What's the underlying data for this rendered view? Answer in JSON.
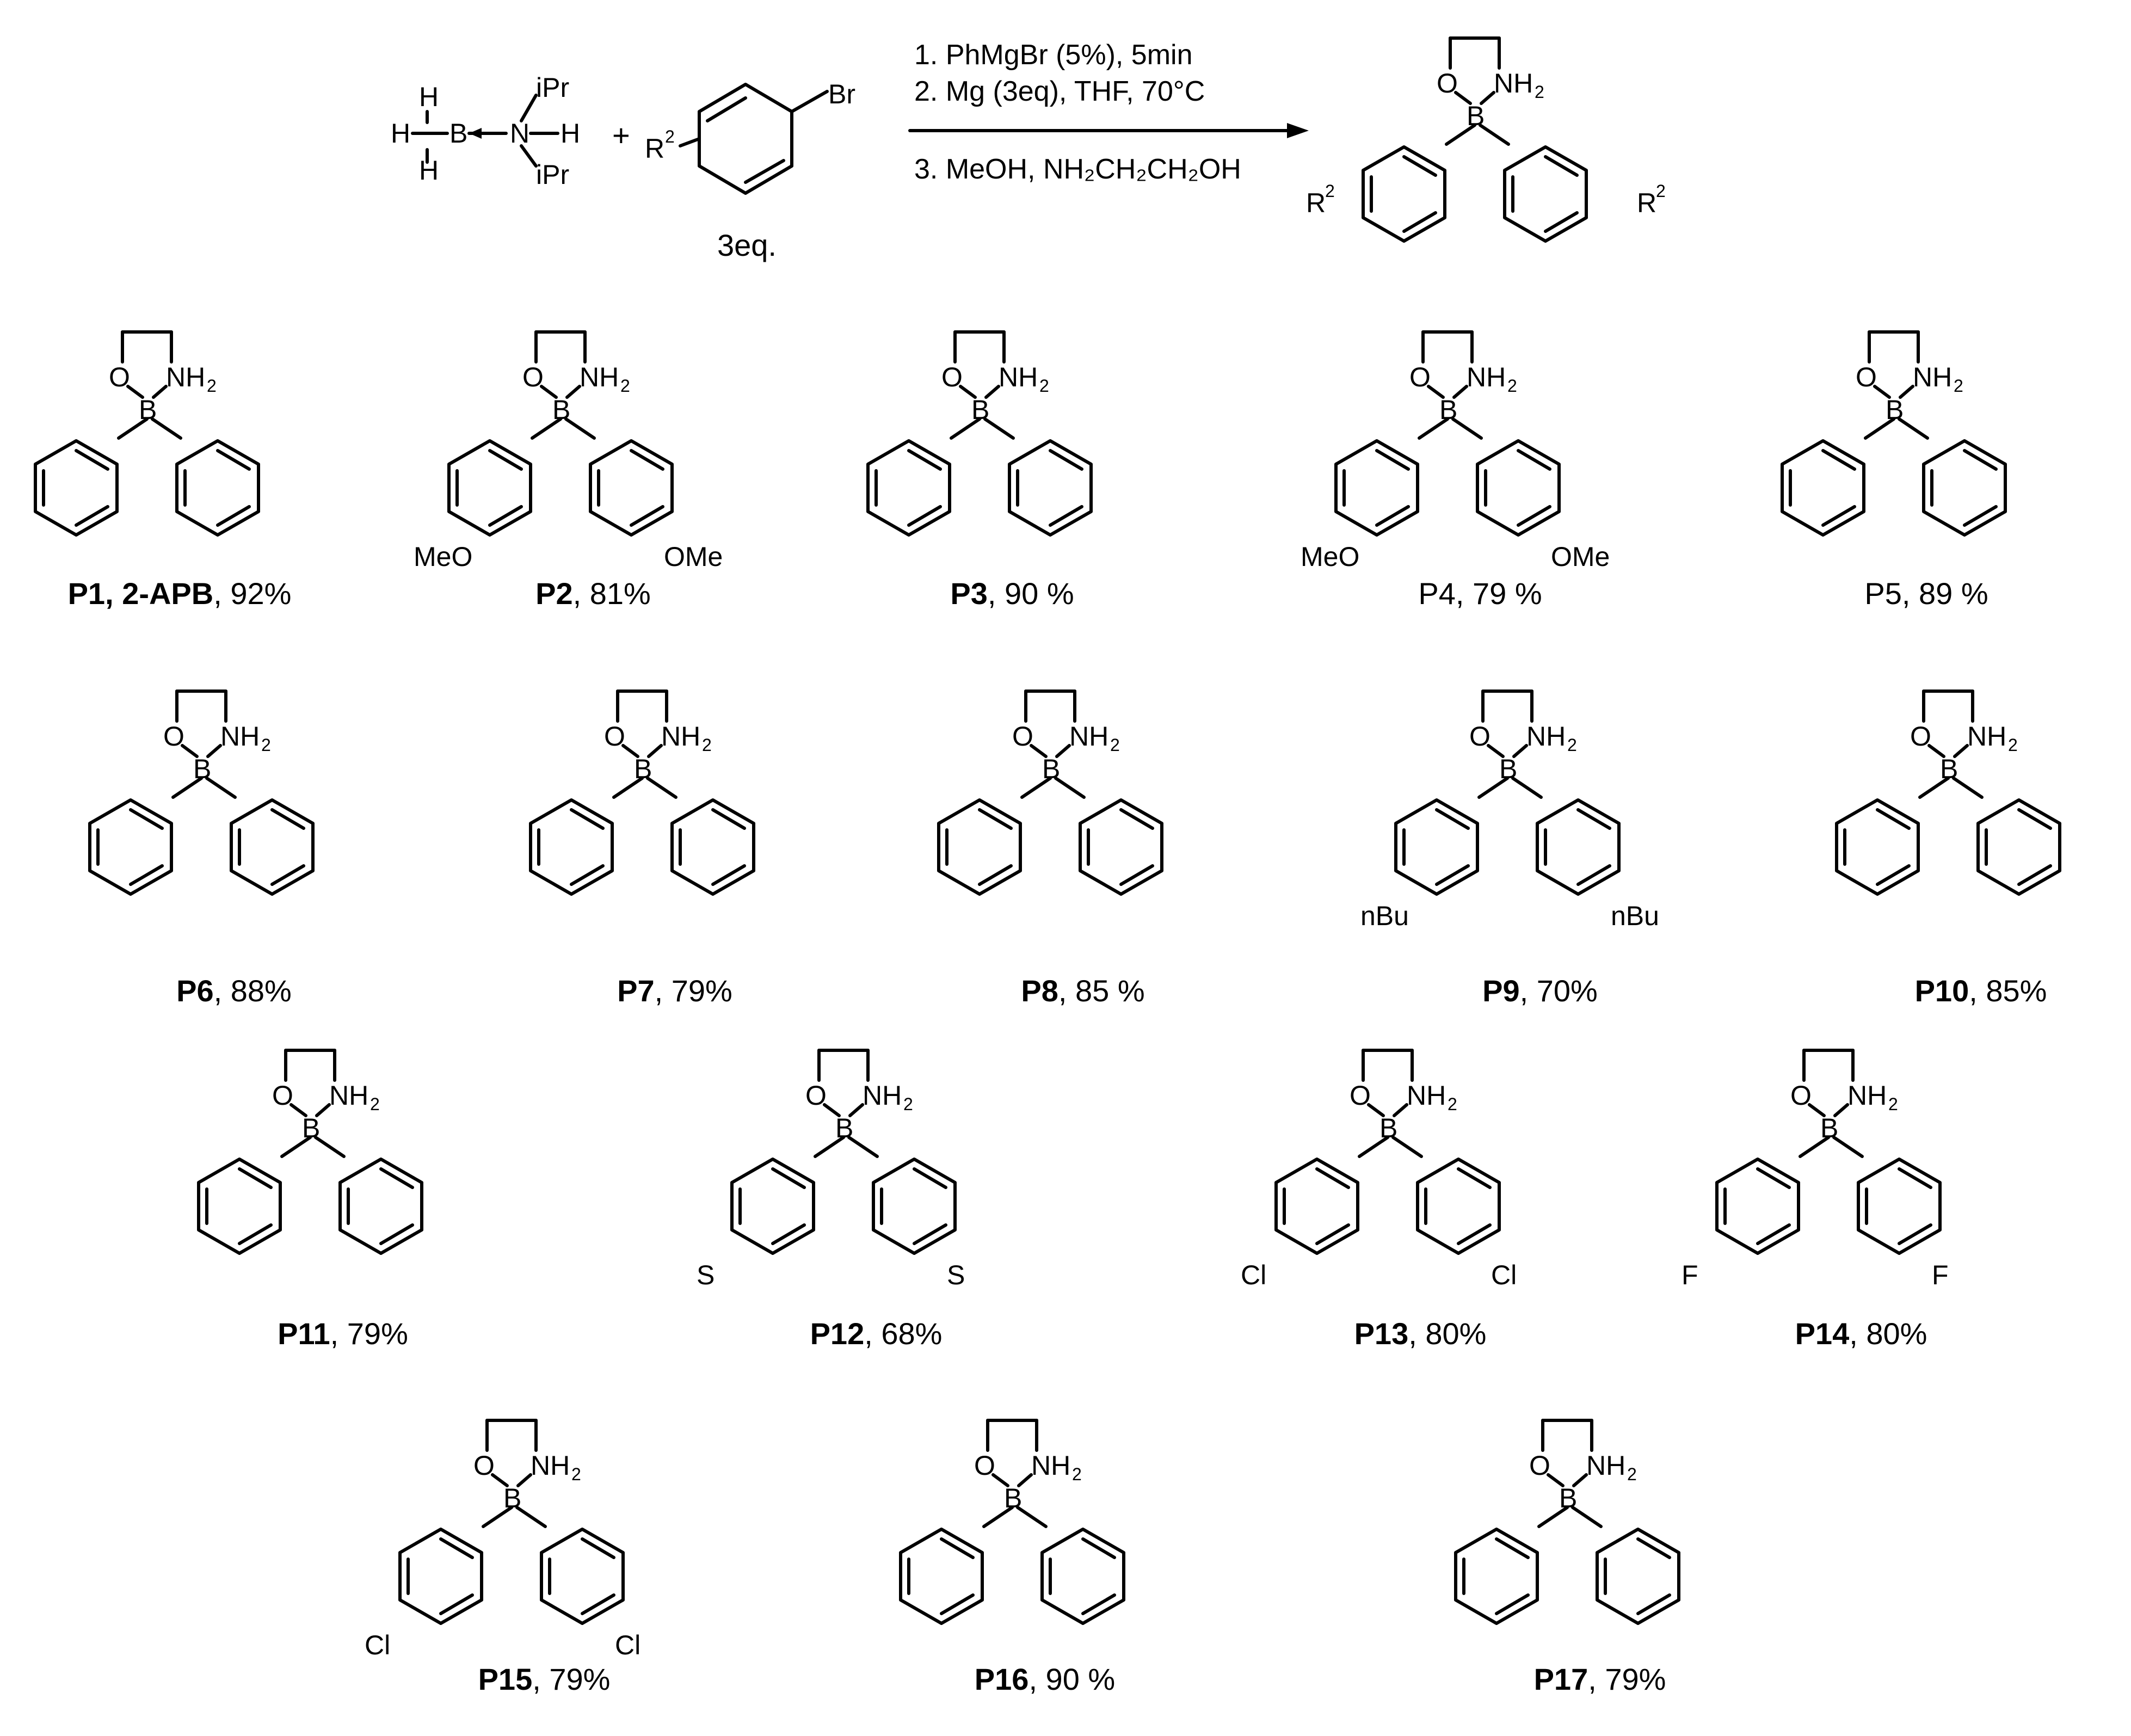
{
  "reaction": {
    "reagent_amine_borane": {
      "atoms": {
        "H": "H",
        "B": "B",
        "N": "N",
        "iPr": "iPr"
      }
    },
    "plus": "+",
    "aryl_bromide": {
      "substituent": "R",
      "substituent_sup": "2",
      "halogen": "Br",
      "equiv": "3eq."
    },
    "conditions": [
      "1. PhMgBr (5%), 5min",
      "2. Mg (3eq),  THF, 70°C",
      "3. MeOH, NH₂CH₂CH₂OH"
    ],
    "product_general": {
      "O": "O",
      "B": "B",
      "NH2": "NH₂",
      "R": "R",
      "sup": "2"
    }
  },
  "products": [
    {
      "id": "P1",
      "label": "P1, 2-APB",
      "yield": ", 92%",
      "substituent": ""
    },
    {
      "id": "P2",
      "label": "P2",
      "yield": ", 81%",
      "substituent": "OMe",
      "substituent_left": "MeO"
    },
    {
      "id": "P3",
      "label": "P3",
      "yield": ", 90 %",
      "substituent": ""
    },
    {
      "id": "P4",
      "label": "P4",
      "yield": ", 79 %",
      "substituent": "OMe",
      "substituent_left": "MeO",
      "bold": false
    },
    {
      "id": "P5",
      "label": "P5",
      "yield": ", 89 %",
      "substituent": "",
      "bold": false
    },
    {
      "id": "P6",
      "label": "P6",
      "yield": ", 88%",
      "substituent": ""
    },
    {
      "id": "P7",
      "label": "P7",
      "yield": ", 79%",
      "substituent": ""
    },
    {
      "id": "P8",
      "label": "P8",
      "yield": ", 85 %",
      "substituent": ""
    },
    {
      "id": "P9",
      "label": "P9",
      "yield": ", 70%",
      "substituent": "nBu",
      "substituent_left": "nBu"
    },
    {
      "id": "P10",
      "label": "P10",
      "yield": ", 85%",
      "substituent": ""
    },
    {
      "id": "P11",
      "label": "P11",
      "yield": ", 79%",
      "substituent": ""
    },
    {
      "id": "P12",
      "label": "P12",
      "yield": ", 68%",
      "substituent": "S",
      "substituent_left": "S"
    },
    {
      "id": "P13",
      "label": "P13",
      "yield": ", 80%",
      "substituent": "Cl",
      "substituent_left": "Cl"
    },
    {
      "id": "P14",
      "label": "P14",
      "yield": ", 80%",
      "substituent": "F",
      "substituent_left": "F"
    },
    {
      "id": "P15",
      "label": "P15",
      "yield": ", 79%",
      "substituent": "Cl",
      "substituent_left": "Cl"
    },
    {
      "id": "P16",
      "label": "P16",
      "yield": ", 90 %",
      "substituent": ""
    },
    {
      "id": "P17",
      "label": "P17",
      "yield": ", 79%",
      "substituent": ""
    }
  ],
  "core_atoms": {
    "O": "O",
    "B": "B",
    "NH2": "NH₂"
  }
}
